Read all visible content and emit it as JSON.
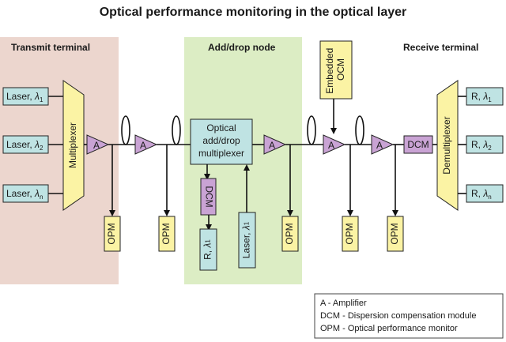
{
  "title": "Optical performance monitoring in the optical layer",
  "zones": {
    "transmit": "Transmit terminal",
    "adddrop": "Add/drop node",
    "receive": "Receive terminal"
  },
  "lasers": [
    {
      "label": "Laser,",
      "sym": "λ",
      "sub": "1"
    },
    {
      "label": "Laser,",
      "sym": "λ",
      "sub": "2"
    },
    {
      "label": "Laser,",
      "sym": "λ",
      "sub": "n"
    }
  ],
  "receivers": [
    {
      "label": "R,",
      "sym": "λ",
      "sub": "1"
    },
    {
      "label": "R,",
      "sym": "λ",
      "sub": "2"
    },
    {
      "label": "R,",
      "sym": "λ",
      "sub": "n"
    }
  ],
  "multiplexer": "Multiplexer",
  "demultiplexer": "Demultiplexer",
  "oadm": [
    "Optical",
    "add/drop",
    "multiplexer"
  ],
  "amplifier": "A",
  "opm": "OPM",
  "dcm": "DCM",
  "embedded_ocm": [
    "Embedded",
    "OCM"
  ],
  "drop_receiver": {
    "label": "R,",
    "sym": "λ",
    "sub": "1"
  },
  "add_laser": {
    "label": "Laser,",
    "sym": "λ",
    "sub": "1"
  },
  "legend": [
    "A - Amplifier",
    "DCM - Dispersion compensation module",
    "OPM - Optical performance monitor"
  ],
  "colors": {
    "transmit_bg": "#ecd6ce",
    "adddrop_bg": "#dcedc4",
    "cyan_box": "#bfe3e3",
    "yellow_box": "#fbf3a4",
    "purple": "#c9a3d4"
  }
}
